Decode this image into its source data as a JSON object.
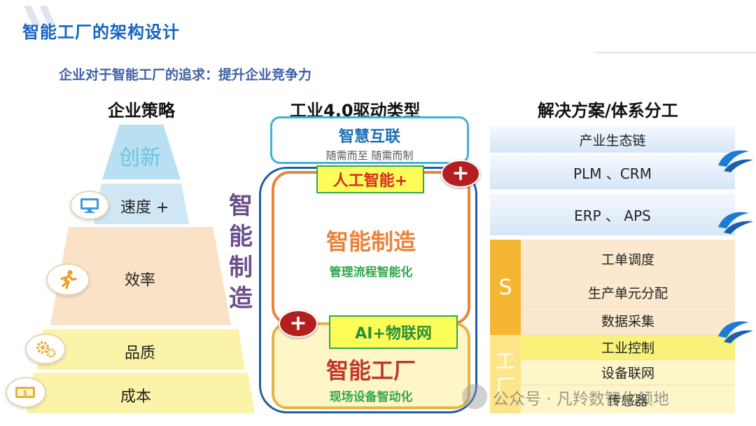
{
  "header": {
    "title": "智能工厂的架构设计",
    "subtitle": "企业对于智能工厂的追求：提升企业竞争力"
  },
  "columns": {
    "left": "企业策略",
    "middle": "工业4.0驱动类型",
    "right": "解决方案/体系分工"
  },
  "pyramid": {
    "tiers": [
      "创新",
      "速度 +",
      "效率",
      "品质",
      "成本"
    ],
    "icons": [
      "monitor-icon",
      "running-person-icon",
      "gears-icon",
      "money-icon"
    ]
  },
  "middle": {
    "vertical_label": [
      "智",
      "能",
      "制",
      "造"
    ],
    "hui": {
      "title": "智慧互联",
      "caption": "随需而至 随需而制"
    },
    "ai_label": "人工智能+",
    "mfg": {
      "title": "智能制造",
      "caption": "管理流程智能化"
    },
    "iot_label": "AI+物联网",
    "factory": {
      "title": "智能工厂",
      "caption": "现场设备智动化"
    },
    "plus": "+"
  },
  "solutions": {
    "bands": [
      "产业生态链",
      "PLM 、CRM",
      "ERP 、 APS"
    ],
    "s_label": "S",
    "f_label": [
      "工",
      "厂"
    ],
    "s_rows": [
      "工单调度",
      "生产单元分配",
      "数据采集"
    ],
    "f_rows": [
      "工业控制",
      "设备联网",
      "传感器"
    ]
  },
  "watermark": "公众号 · 凡羚数智化领地",
  "colors": {
    "title": "#1565c0",
    "accent_red": "#d62c23",
    "green": "#2fa84c",
    "orange": "#e9853a",
    "s_band": "#f5b732",
    "f_band": "#fde68a"
  }
}
